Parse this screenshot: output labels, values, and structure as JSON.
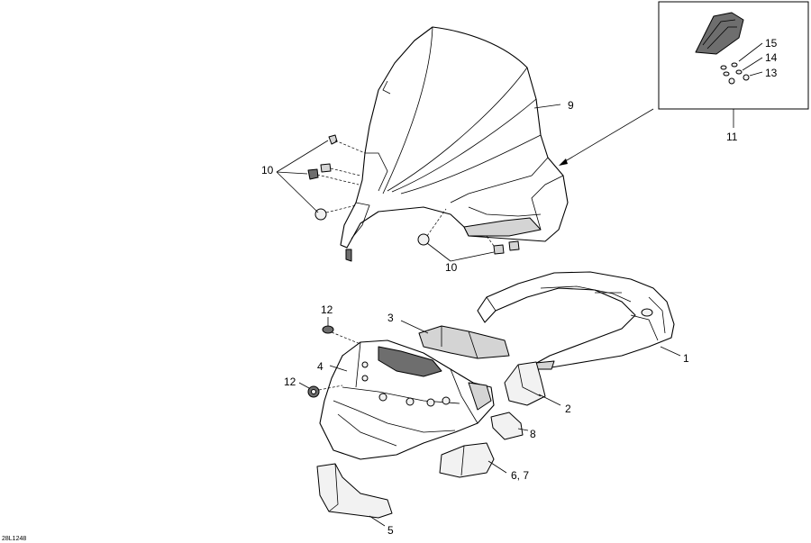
{
  "figure_code": "28L1248",
  "callouts": {
    "c1": "1",
    "c2": "2",
    "c3": "3",
    "c4": "4",
    "c5": "5",
    "c67": "6, 7",
    "c8": "8",
    "c9": "9",
    "c10a": "10",
    "c10b": "10",
    "c11": "11",
    "c12a": "12",
    "c12b": "12",
    "c13": "13",
    "c14": "14",
    "c15": "15"
  }
}
